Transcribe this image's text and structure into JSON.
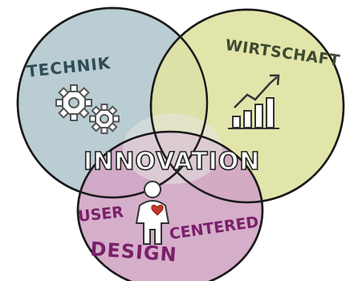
{
  "circles": {
    "technik": {
      "label": "TECHNIK",
      "fill": "#b9cdd3",
      "label_color": "#2f4d57",
      "icon": "gears-icon"
    },
    "wirtschaft": {
      "label": "WIRTSCHAFT",
      "fill": "#dfe3a3",
      "label_color": "#3f4a2f",
      "icon": "growth-chart-icon"
    },
    "design": {
      "label_line1": "USER",
      "label_line2": "DESIGN",
      "label_line3": "CENTERED",
      "fill": "#d1a7c5",
      "label_color": "#7a1f6a",
      "icon": "person-heart-icon"
    }
  },
  "center": {
    "label": "INNOVATION",
    "color": "#ffffff",
    "outline_color": "#222222"
  },
  "colors": {
    "outline": "#1a1a1a",
    "overlap": "#d7d9d6"
  }
}
